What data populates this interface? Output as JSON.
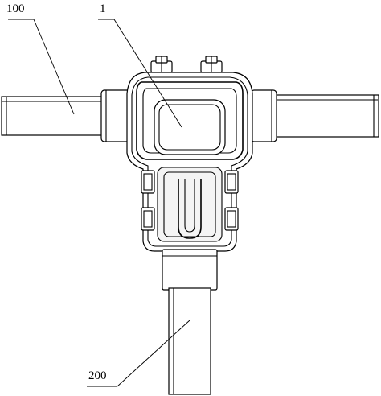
{
  "labels": {
    "left_pipe": "100",
    "body": "1",
    "bottom_pipe": "200"
  }
}
